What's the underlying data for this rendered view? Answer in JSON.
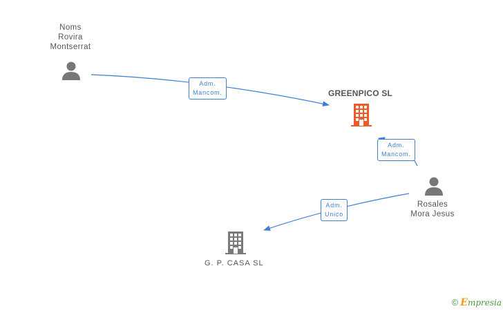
{
  "persons": [
    {
      "name_lines": [
        "Noms",
        "Rovira",
        "Montserrat"
      ],
      "icon": "person-icon"
    },
    {
      "name_lines": [
        "Rosales",
        "Mora Jesus"
      ],
      "icon": "person-icon"
    }
  ],
  "companies": [
    {
      "name": "GREENPICO SL",
      "icon": "building-icon",
      "color": "#f05a28"
    },
    {
      "name": "G. P. CASA SL",
      "icon": "building-icon",
      "color": "#7a7a7a"
    }
  ],
  "edges": [
    {
      "from": "Noms Rovira Montserrat",
      "to": "GREENPICO SL",
      "label_lines": [
        "Adm.",
        "Mancom."
      ]
    },
    {
      "from": "Rosales Mora Jesus",
      "to": "GREENPICO SL",
      "label_lines": [
        "Adm.",
        "Mancom."
      ]
    },
    {
      "from": "Rosales Mora Jesus",
      "to": "G. P. CASA SL",
      "label_lines": [
        "Adm.",
        "Unico"
      ]
    }
  ],
  "colors": {
    "edge": "#3d7fd0",
    "person": "#777777",
    "text": "#555555"
  },
  "watermark": {
    "copyright_symbol": "©",
    "brand_initial": "E",
    "brand_rest": "mpresia"
  }
}
